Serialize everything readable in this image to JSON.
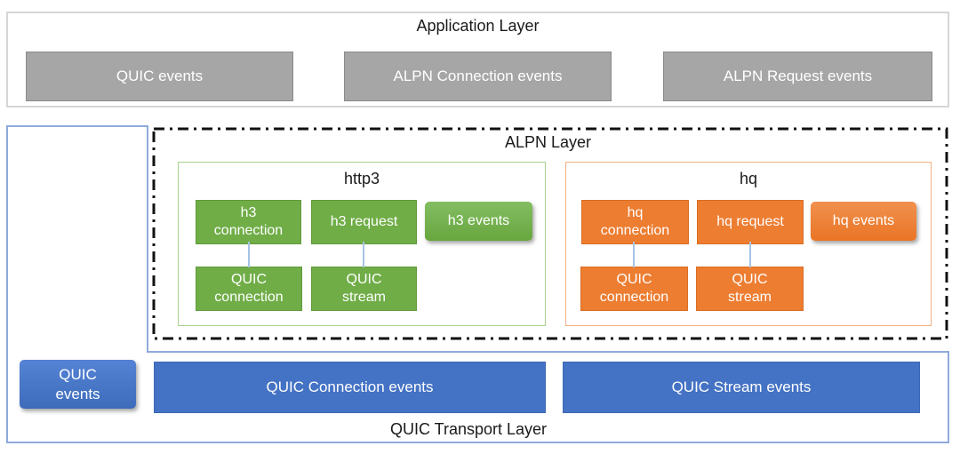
{
  "application_layer": {
    "title": "Application Layer",
    "boxes": [
      {
        "label": "QUIC events"
      },
      {
        "label": "ALPN Connection events"
      },
      {
        "label": "ALPN Request events"
      }
    ]
  },
  "alpn_layer": {
    "title": "ALPN Layer",
    "http3": {
      "title": "http3",
      "connection": {
        "line1": "h3",
        "line2": "connection"
      },
      "request": {
        "line1": "h3 request"
      },
      "events": {
        "line1": "h3 events"
      },
      "quic_connection": {
        "line1": "QUIC",
        "line2": "connection"
      },
      "quic_stream": {
        "line1": "QUIC",
        "line2": "stream"
      }
    },
    "hq": {
      "title": "hq",
      "connection": {
        "line1": "hq",
        "line2": "connection"
      },
      "request": {
        "line1": "hq request"
      },
      "events": {
        "line1": "hq events"
      },
      "quic_connection": {
        "line1": "QUIC",
        "line2": "connection"
      },
      "quic_stream": {
        "line1": "QUIC",
        "line2": "stream"
      }
    }
  },
  "quic_transport_layer": {
    "title": "QUIC Transport Layer",
    "events": {
      "line1": "QUIC",
      "line2": "events"
    },
    "connection_events": {
      "label": "QUIC Connection events"
    },
    "stream_events": {
      "label": "QUIC Stream events"
    }
  },
  "colors": {
    "gray_fill": "#a6a6a6",
    "green_fill": "#70ad47",
    "green_light_border": "#a9d18e",
    "orange_fill": "#ed7d31",
    "orange_light_border": "#f4b183",
    "blue_fill": "#4472c4",
    "blue_light_border": "#8faadc",
    "connector_blue": "#a6c3e3",
    "dash_border": "#111111"
  }
}
